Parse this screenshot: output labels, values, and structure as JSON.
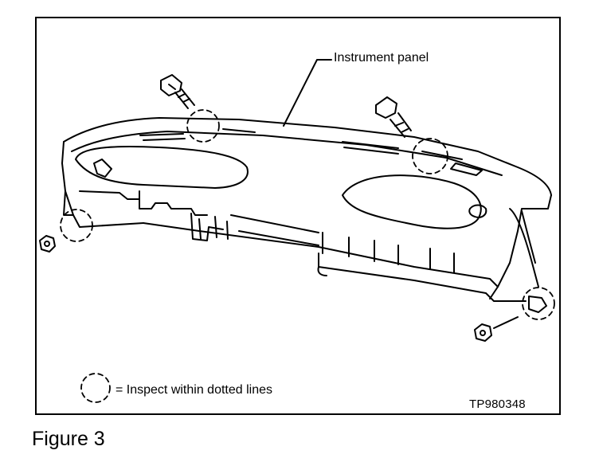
{
  "diagram": {
    "callout_label": "Instrument panel",
    "legend_text": "= Inspect within dotted lines",
    "figure_code": "TP980348"
  },
  "caption": "Figure 3",
  "icons": {
    "bolt": "bolt-icon",
    "nut": "nut-icon",
    "dotted_circle": "dotted-circle-icon"
  }
}
